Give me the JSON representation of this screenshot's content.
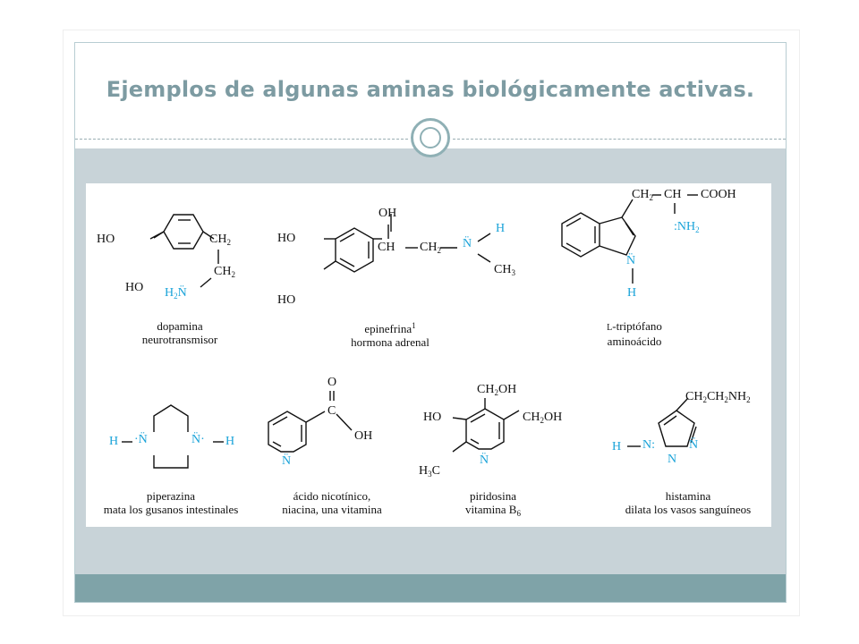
{
  "slide": {
    "title": "Ejemplos de algunas aminas biológicamente activas."
  },
  "colors": {
    "title": "#7d9ba2",
    "band": "#c8d3d8",
    "footer": "#7fa3a8",
    "nitrogen": "#1aa3d9"
  },
  "compounds": {
    "dopamina": {
      "name": "dopamina",
      "role": "neurotransmisor"
    },
    "epinefrina": {
      "name": "epinefrina",
      "ref": "1",
      "role": "hormona adrenal"
    },
    "triptofano": {
      "prefix": "L",
      "name": "-triptófano",
      "role": "aminoácido"
    },
    "piperazina": {
      "name": "piperazina",
      "role": "mata los gusanos intestinales"
    },
    "nicotinico": {
      "name": "ácido nicotínico,",
      "role": "niacina, una vitamina"
    },
    "piridosina": {
      "name": "piridosina",
      "role": "vitamina B",
      "role_sub": "6"
    },
    "histamina": {
      "name": "histamina",
      "role": "dilata los vasos sanguíneos"
    }
  }
}
